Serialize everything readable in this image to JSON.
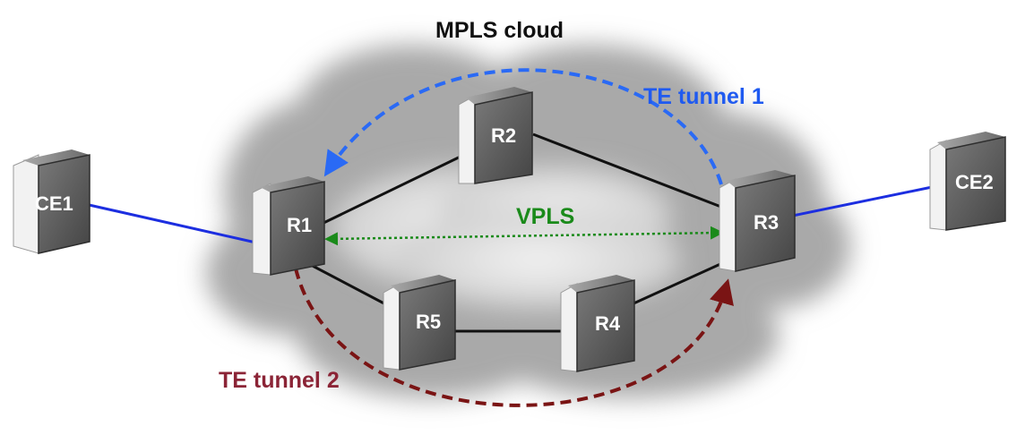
{
  "diagram": {
    "title": "MPLS cloud",
    "labels": {
      "te_tunnel_1": "TE tunnel 1",
      "te_tunnel_2": "TE tunnel 2",
      "vpls": "VPLS"
    },
    "nodes": [
      {
        "id": "CE1",
        "label": "CE1"
      },
      {
        "id": "R1",
        "label": "R1"
      },
      {
        "id": "R2",
        "label": "R2"
      },
      {
        "id": "R3",
        "label": "R3"
      },
      {
        "id": "R4",
        "label": "R4"
      },
      {
        "id": "R5",
        "label": "R5"
      },
      {
        "id": "CE2",
        "label": "CE2"
      }
    ],
    "links": [
      {
        "from": "CE1",
        "to": "R1",
        "type": "access"
      },
      {
        "from": "R3",
        "to": "CE2",
        "type": "access"
      },
      {
        "from": "R1",
        "to": "R2",
        "type": "core"
      },
      {
        "from": "R2",
        "to": "R3",
        "type": "core"
      },
      {
        "from": "R1",
        "to": "R5",
        "type": "core"
      },
      {
        "from": "R5",
        "to": "R4",
        "type": "core"
      },
      {
        "from": "R4",
        "to": "R3",
        "type": "core"
      }
    ],
    "paths": [
      {
        "name": "TE tunnel 1",
        "from": "R3",
        "to": "R1",
        "color": "#2a6af5",
        "style": "dashed"
      },
      {
        "name": "TE tunnel 2",
        "from": "R1",
        "to": "R3",
        "color": "#7a1414",
        "style": "dashed"
      },
      {
        "name": "VPLS",
        "from": "R1",
        "to": "R3",
        "color": "#1a8a1a",
        "style": "dotted",
        "bidirectional": true
      }
    ],
    "colors": {
      "access_link": "#1c2ee0",
      "core_link": "#111111",
      "router_face": "#5b5b5b",
      "router_side": "#f2f2f2"
    }
  }
}
